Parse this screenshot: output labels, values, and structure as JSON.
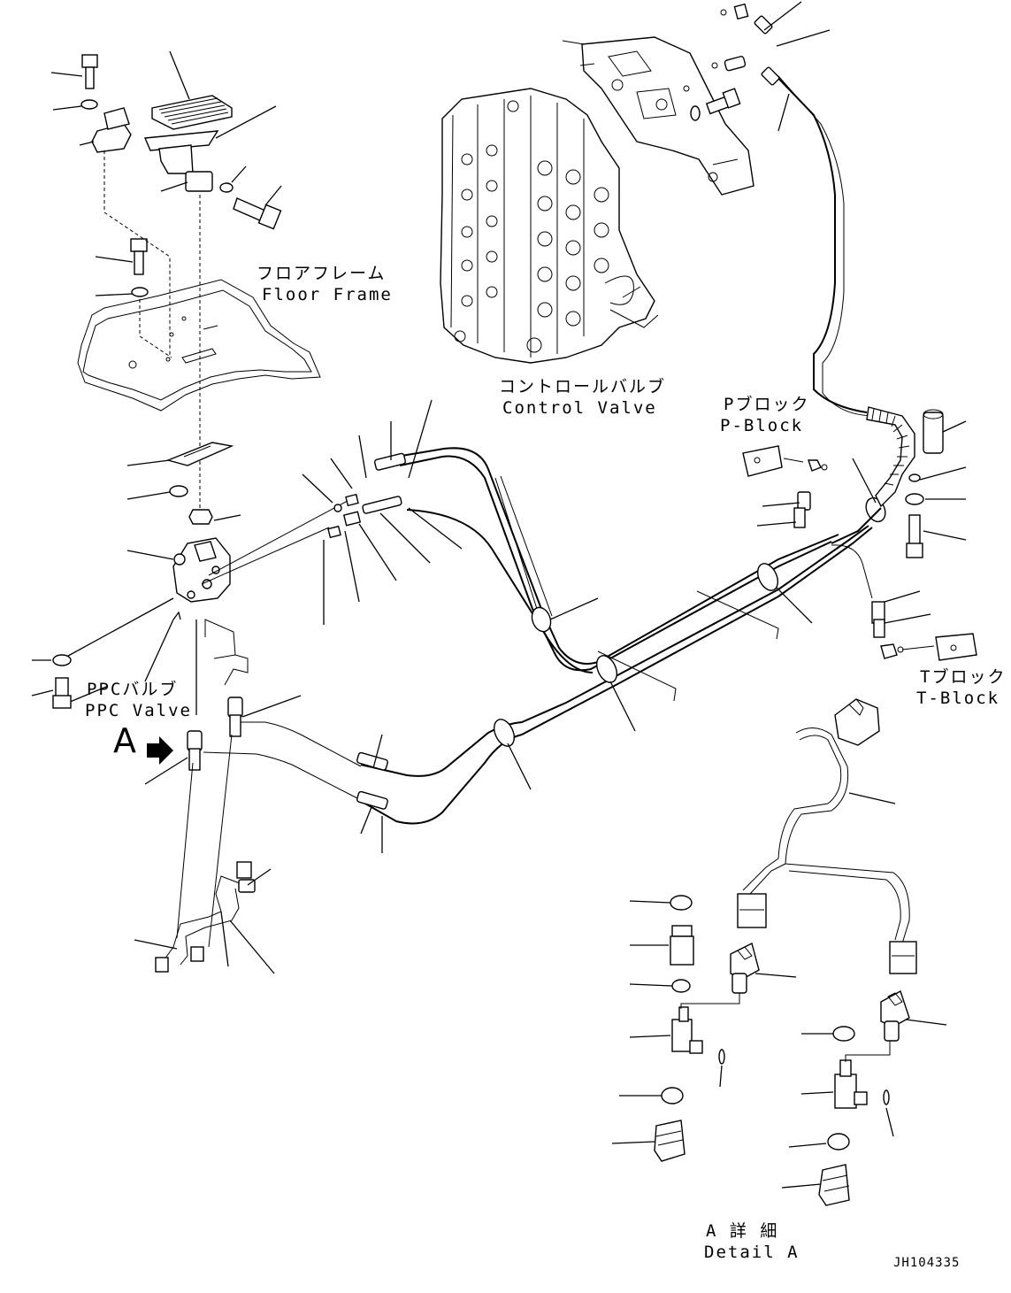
{
  "labels": {
    "floor_frame": {
      "jp": "フロアフレーム",
      "en": "Floor Frame"
    },
    "control_valve": {
      "jp": "コントロールバルブ",
      "en": "Control Valve"
    },
    "p_block": {
      "jp": "Pブロック",
      "en": "P-Block"
    },
    "t_block": {
      "jp": "Tブロック",
      "en": "T-Block"
    },
    "ppc_valve": {
      "jp": "PPCバルブ",
      "en": "PPC Valve"
    },
    "view_marker": "A",
    "detail": {
      "jp": "A 詳 細",
      "en": "Detail A"
    }
  },
  "drawing_code": "JH104335"
}
